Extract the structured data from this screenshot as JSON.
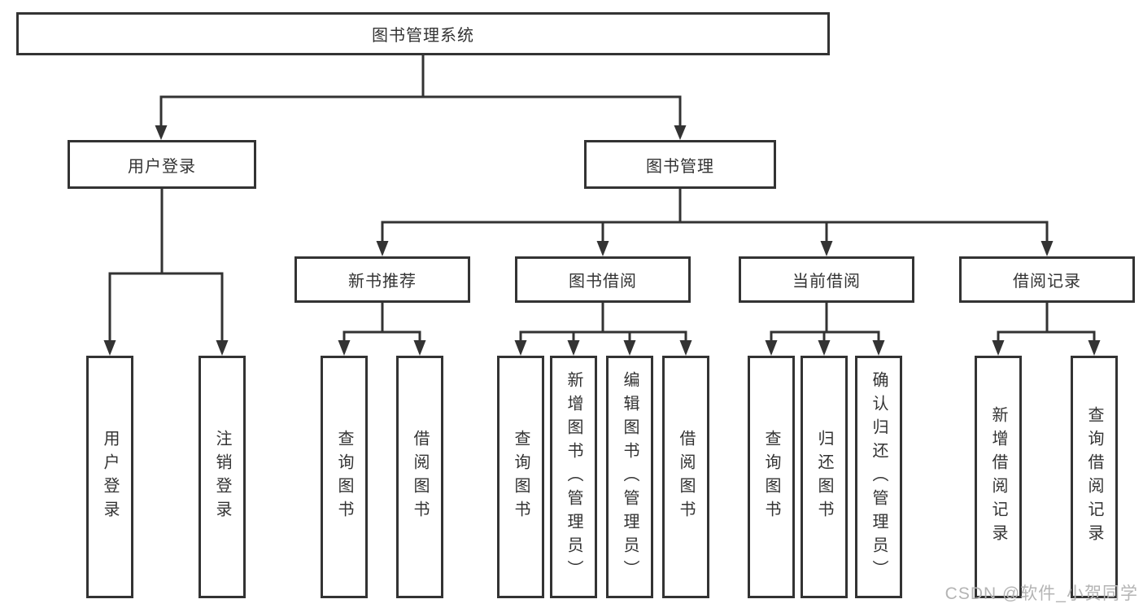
{
  "colors": {
    "line": "#333333",
    "watermark": "#b4b4b4",
    "background": "#ffffff"
  },
  "watermark": {
    "text": "CSDN @软件_小贺同学"
  },
  "diagram": {
    "type": "hierarchy-tree",
    "root": {
      "label": "图书管理系统",
      "children": [
        {
          "label": "用户登录",
          "children": [
            {
              "label": "用户登录"
            },
            {
              "label": "注销登录"
            }
          ]
        },
        {
          "label": "图书管理",
          "children": [
            {
              "label": "新书推荐",
              "children": [
                {
                  "label": "查询图书"
                },
                {
                  "label": "借阅图书"
                }
              ]
            },
            {
              "label": "图书借阅",
              "children": [
                {
                  "label": "查询图书"
                },
                {
                  "label": "新增图书（管理员）"
                },
                {
                  "label": "编辑图书（管理员）"
                },
                {
                  "label": "借阅图书"
                }
              ]
            },
            {
              "label": "当前借阅",
              "children": [
                {
                  "label": "查询图书"
                },
                {
                  "label": "归还图书"
                },
                {
                  "label": "确认归还（管理员）"
                }
              ]
            },
            {
              "label": "借阅记录",
              "children": [
                {
                  "label": "新增借阅记录"
                },
                {
                  "label": "查询借阅记录"
                }
              ]
            }
          ]
        }
      ]
    }
  }
}
